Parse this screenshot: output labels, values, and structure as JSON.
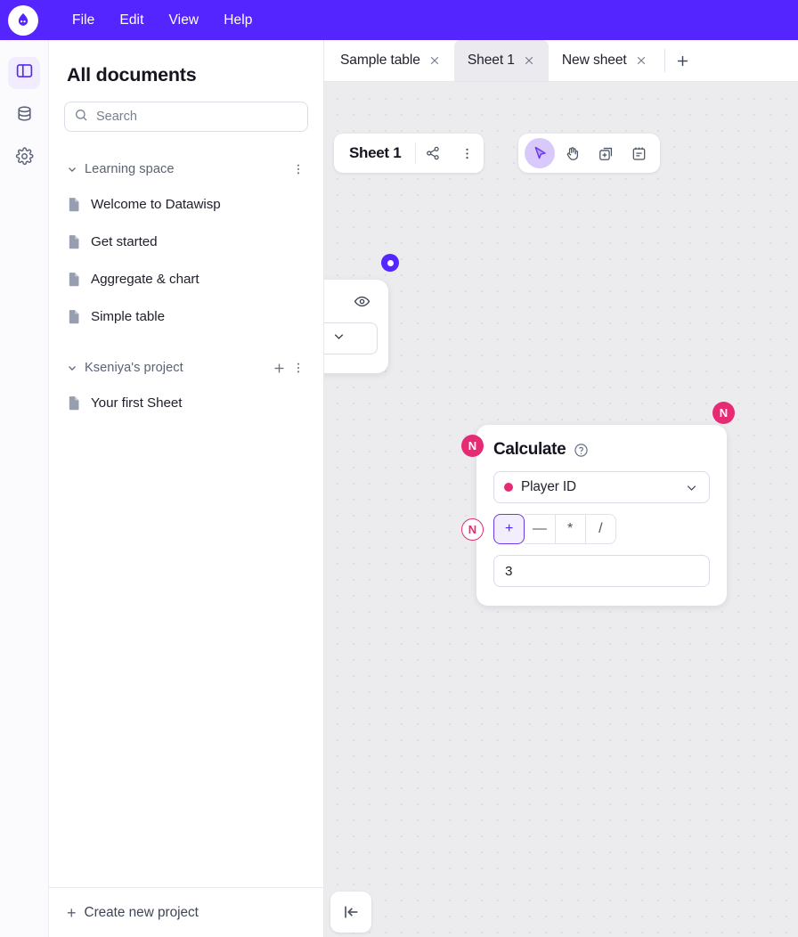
{
  "app": {
    "brand_color": "#5525ff",
    "accent_pink": "#e62a74",
    "logo_icon": "datawisp-droplet-logo"
  },
  "menubar": {
    "items": [
      {
        "label": "File"
      },
      {
        "label": "Edit"
      },
      {
        "label": "View"
      },
      {
        "label": "Help"
      }
    ]
  },
  "rail": {
    "items": [
      {
        "icon": "panel-layout-icon",
        "active": true
      },
      {
        "icon": "database-icon",
        "active": false
      },
      {
        "icon": "gear-icon",
        "active": false
      }
    ]
  },
  "sidebar": {
    "title": "All documents",
    "search": {
      "value": "",
      "placeholder": "Search",
      "icon": "search-icon"
    },
    "groups": [
      {
        "name": "Learning space",
        "expanded": true,
        "has_add": false,
        "menu_icon": "kebab-menu-icon",
        "documents": [
          {
            "label": "Welcome to Datawisp"
          },
          {
            "label": "Get started"
          },
          {
            "label": "Aggregate & chart"
          },
          {
            "label": "Simple table"
          }
        ]
      },
      {
        "name": "Kseniya's project",
        "expanded": true,
        "has_add": true,
        "add_icon": "plus-icon",
        "menu_icon": "kebab-menu-icon",
        "documents": [
          {
            "label": "Your first Sheet"
          }
        ]
      }
    ],
    "footer": {
      "label": "Create new project",
      "icon": "plus-icon"
    }
  },
  "tabs": {
    "items": [
      {
        "label": "Sample table",
        "active": false,
        "close_icon": "close-icon"
      },
      {
        "label": "Sheet 1",
        "active": true,
        "close_icon": "close-icon"
      },
      {
        "label": "New sheet",
        "active": false,
        "close_icon": "close-icon"
      }
    ],
    "add_tab_label": "+"
  },
  "sheet_card": {
    "title": "Sheet 1",
    "share_icon": "share-icon",
    "menu_icon": "kebab-menu-icon"
  },
  "toolbar": {
    "tools": [
      {
        "icon": "cursor-select-icon",
        "active": true
      },
      {
        "icon": "hand-pan-icon",
        "active": false
      },
      {
        "icon": "add-block-icon",
        "active": false
      },
      {
        "icon": "note-icon",
        "active": false
      }
    ]
  },
  "canvas": {
    "collapse_button_icon": "collapse-panel-left-icon",
    "clipped_node": {
      "eye_icon": "eye-icon",
      "select_icon": "chevron-down-icon",
      "output_port": {
        "type": "purple-dot",
        "label": ""
      }
    },
    "calculate_node": {
      "title": "Calculate",
      "help_icon": "help-circle-icon",
      "column_field": {
        "value": "Player ID",
        "dot_color": "#e62a74",
        "chevron_icon": "chevron-down-icon"
      },
      "operators": [
        {
          "label": "+",
          "selected": true
        },
        {
          "label": "—",
          "selected": false
        },
        {
          "label": "*",
          "selected": false
        },
        {
          "label": "/",
          "selected": false
        }
      ],
      "value_field": {
        "value": "3",
        "placeholder": ""
      },
      "ports": [
        {
          "id": "input-column",
          "label": "N",
          "style": "filled"
        },
        {
          "id": "input-value",
          "label": "N",
          "style": "open"
        },
        {
          "id": "output",
          "label": "N",
          "style": "filled"
        }
      ]
    }
  }
}
